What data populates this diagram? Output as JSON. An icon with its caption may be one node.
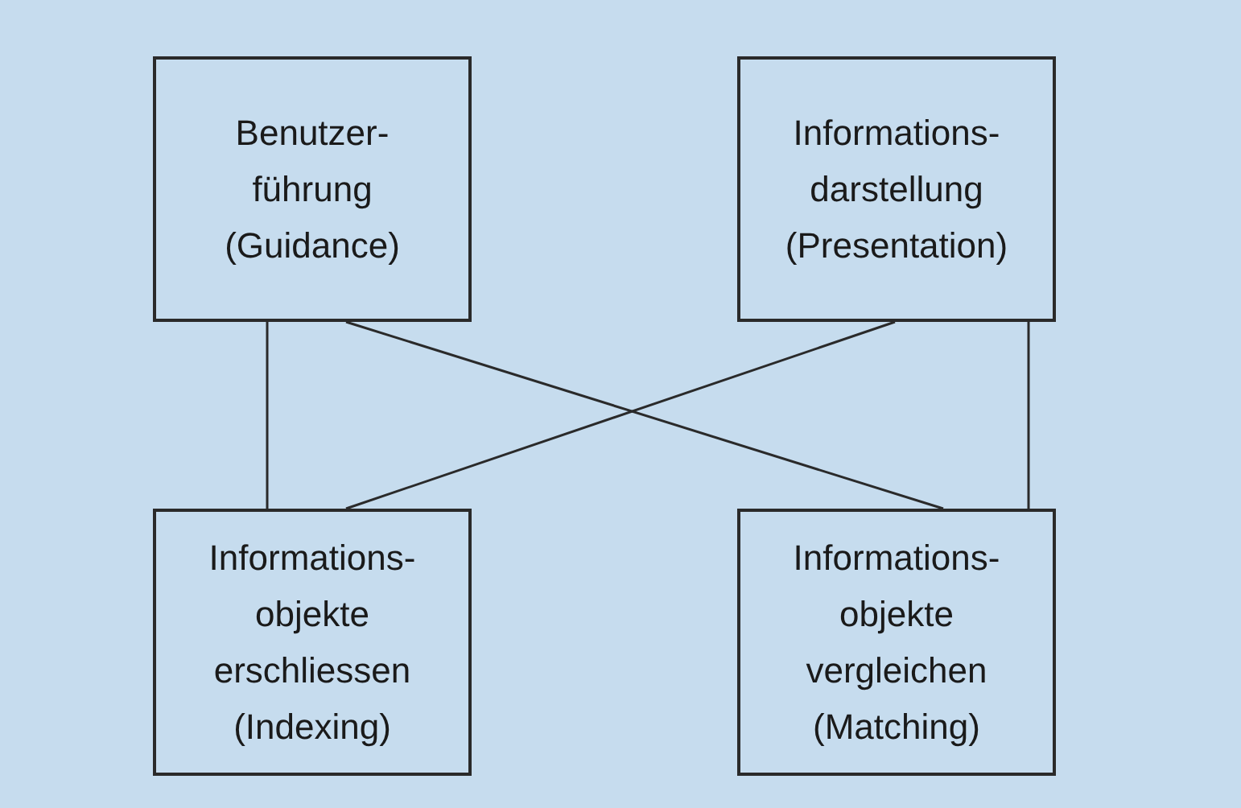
{
  "diagram": {
    "nodes": [
      {
        "text": [
          "Benutzer- führung (Guidance)"
        ]
      },
      {
        "text": [
          "Informations- darstellung (Presentation)"
        ]
      },
      {
        "text": [
          "Informations- objekte erschliessen (Indexing)"
        ]
      },
      {
        "text": [
          "Informations- objekte vergleichen (Matching)"
        ]
      }
    ],
    "edges": [
      {
        "from": 0,
        "to": 2,
        "arrow": "none"
      },
      {
        "from": 0,
        "to": 3,
        "arrow": "none"
      },
      {
        "from": 2,
        "to": 1,
        "arrow": "none"
      },
      {
        "from": 1,
        "to": 3,
        "arrow": "none"
      }
    ]
  }
}
